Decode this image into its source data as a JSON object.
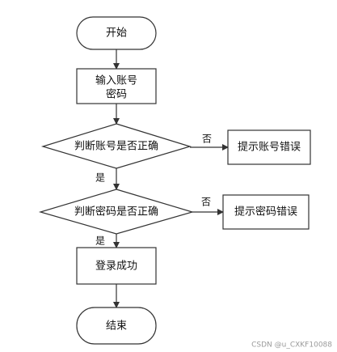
{
  "flowchart": {
    "start": {
      "label": "开始"
    },
    "input_step": {
      "line1": "输入账号",
      "line2": "密码"
    },
    "check_account": {
      "label": "判断账号是否正确"
    },
    "account_error": {
      "label": "提示账号错误"
    },
    "check_password": {
      "label": "判断密码是否正确"
    },
    "password_error": {
      "label": "提示密码错误"
    },
    "login_success": {
      "label": "登录成功"
    },
    "end": {
      "label": "结束"
    },
    "edges": {
      "account_no": "否",
      "account_yes": "是",
      "password_no": "否",
      "password_yes": "是"
    }
  },
  "watermark": {
    "text": "CSDN @u_CXKF10088"
  },
  "colors": {
    "stroke": "#333333",
    "fill": "#ffffff",
    "text": "#111111",
    "watermark": "#9a9a9a"
  }
}
